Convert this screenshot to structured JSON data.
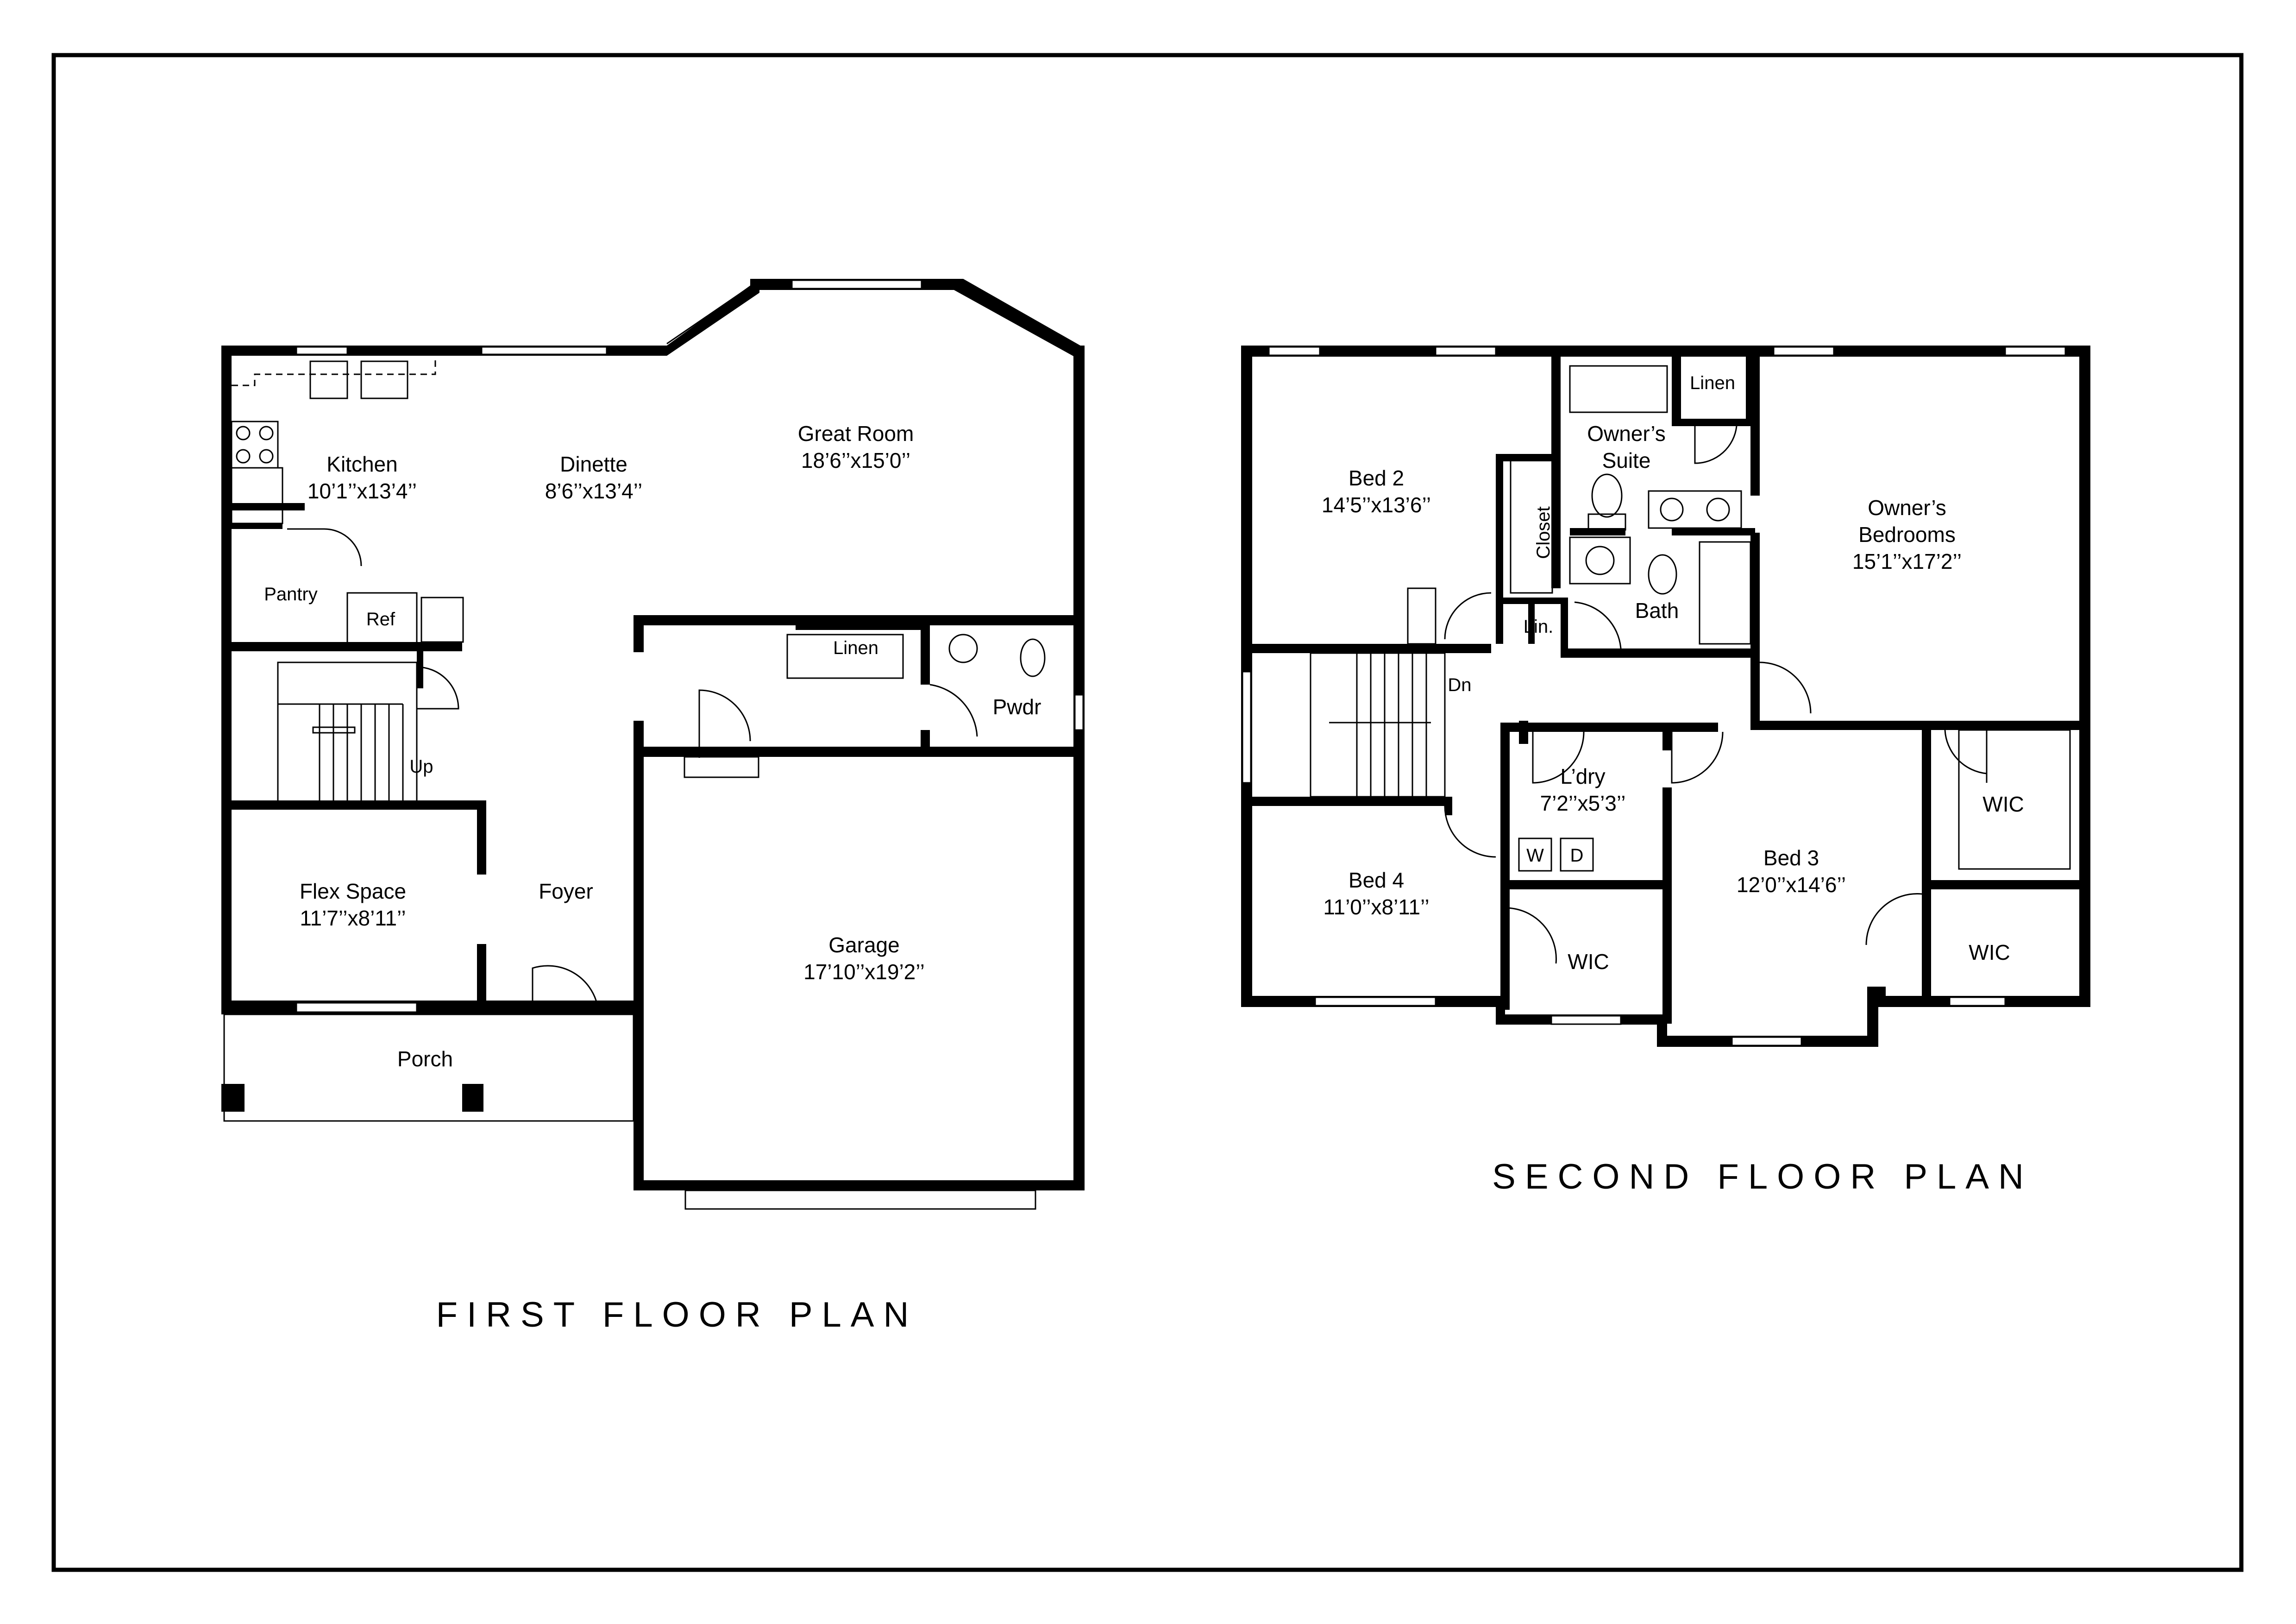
{
  "first_floor": {
    "title": "FIRST FLOOR PLAN",
    "rooms": {
      "kitchen": {
        "name": "Kitchen",
        "size": "10’1’’x13’4’’"
      },
      "dinette": {
        "name": "Dinette",
        "size": "8’6’’x13’4’’"
      },
      "great_room": {
        "name": "Great Room",
        "size": "18’6’’x15’0’’"
      },
      "pantry": {
        "name": "Pantry"
      },
      "ref": {
        "name": "Ref"
      },
      "linen": {
        "name": "Linen"
      },
      "pwdr": {
        "name": "Pwdr"
      },
      "up": {
        "name": "Up"
      },
      "flex_space": {
        "name": "Flex Space",
        "size": "11’7’’x8’11’’"
      },
      "foyer": {
        "name": "Foyer"
      },
      "garage": {
        "name": "Garage",
        "size": "17’10’’x19’2’’"
      },
      "porch": {
        "name": "Porch"
      }
    }
  },
  "second_floor": {
    "title": "SECOND FLOOR PLAN",
    "rooms": {
      "bed2": {
        "name": "Bed 2",
        "size": "14’5’’x13’6’’"
      },
      "linen": {
        "name": "Linen"
      },
      "owners_suite": {
        "line1": "Owner’s",
        "line2": "Suite"
      },
      "closet": {
        "name": "Closet"
      },
      "owners_bedrooms": {
        "line1": "Owner’s",
        "line2": "Bedrooms",
        "size": "15’1’’x17’2’’"
      },
      "bath": {
        "name": "Bath"
      },
      "lin": {
        "name": "Lin."
      },
      "dn": {
        "name": "Dn"
      },
      "laundry": {
        "name": "L’dry",
        "size": "7’2’’x5’3’’"
      },
      "washer": {
        "name": "W"
      },
      "dryer": {
        "name": "D"
      },
      "wic_owner": {
        "name": "WIC"
      },
      "bed4": {
        "name": "Bed 4",
        "size": "11’0’’x8’11’’"
      },
      "wic_bed4": {
        "name": "WIC"
      },
      "bed3": {
        "name": "Bed 3",
        "size": "12’0’’x14’6’’"
      },
      "wic_bed3": {
        "name": "WIC"
      }
    }
  }
}
